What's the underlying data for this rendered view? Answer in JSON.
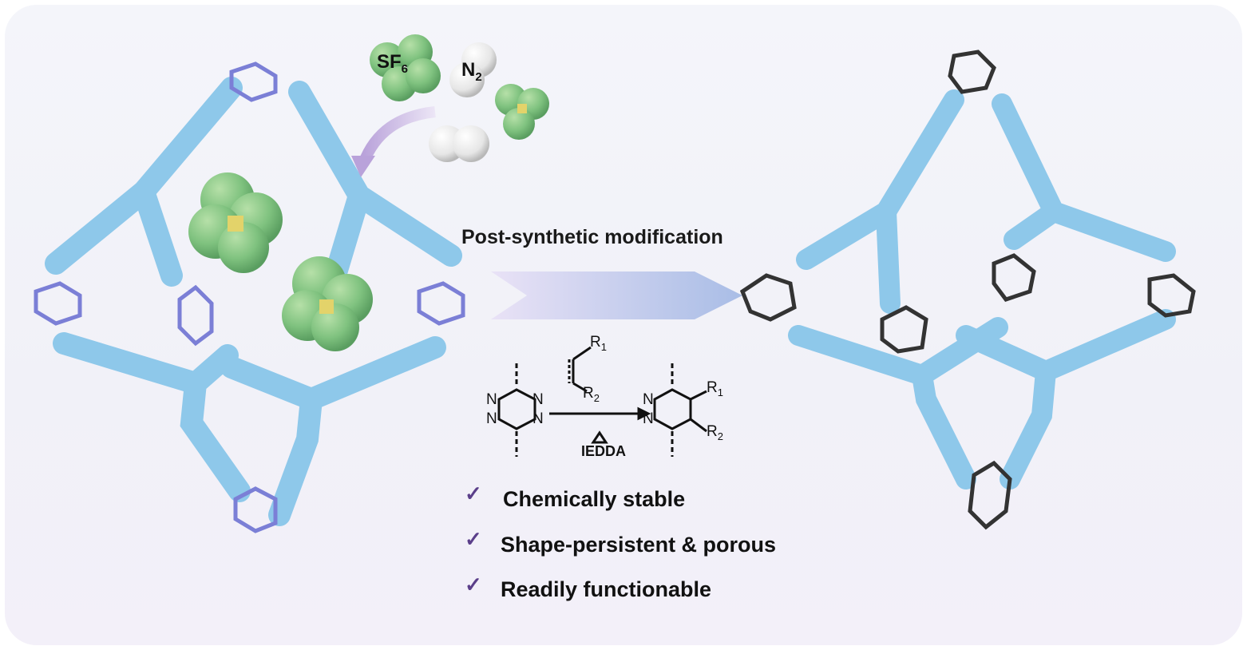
{
  "title": "Post-synthetic modification",
  "gases": {
    "sf6": "SF",
    "sf6_sub": "6",
    "n2": "N",
    "n2_sub": "2"
  },
  "reaction": {
    "reactant_atoms": [
      "N",
      "N",
      "N",
      "N"
    ],
    "product_atoms": [
      "N",
      "N"
    ],
    "dienophile_sub1": "R",
    "dienophile_sub1_idx": "1",
    "dienophile_sub2": "R",
    "dienophile_sub2_idx": "2",
    "product_r1": "R",
    "product_r1_idx": "1",
    "product_r2": "R",
    "product_r2_idx": "2",
    "condition_symbol": "Δ",
    "condition_label": "IEDDA"
  },
  "features": [
    {
      "check": "✓",
      "label": "Chemically stable"
    },
    {
      "check": "✓",
      "label": "Shape-persistent & porous"
    },
    {
      "check": "✓",
      "label": "Readily functionable"
    }
  ],
  "colors": {
    "strut": "#8ec8ea",
    "strut_dark": "#6fb2dc",
    "sf6_green": "#7fc27f",
    "sf6_yellow": "#e3d36a",
    "n2_white": "#f2f2f2",
    "arrow_purple": "#c6b6e0",
    "arrow_blue": "#b9c8ea",
    "pyridazine_blue": "#7b7fd6",
    "check_purple": "#5b3f8a"
  }
}
